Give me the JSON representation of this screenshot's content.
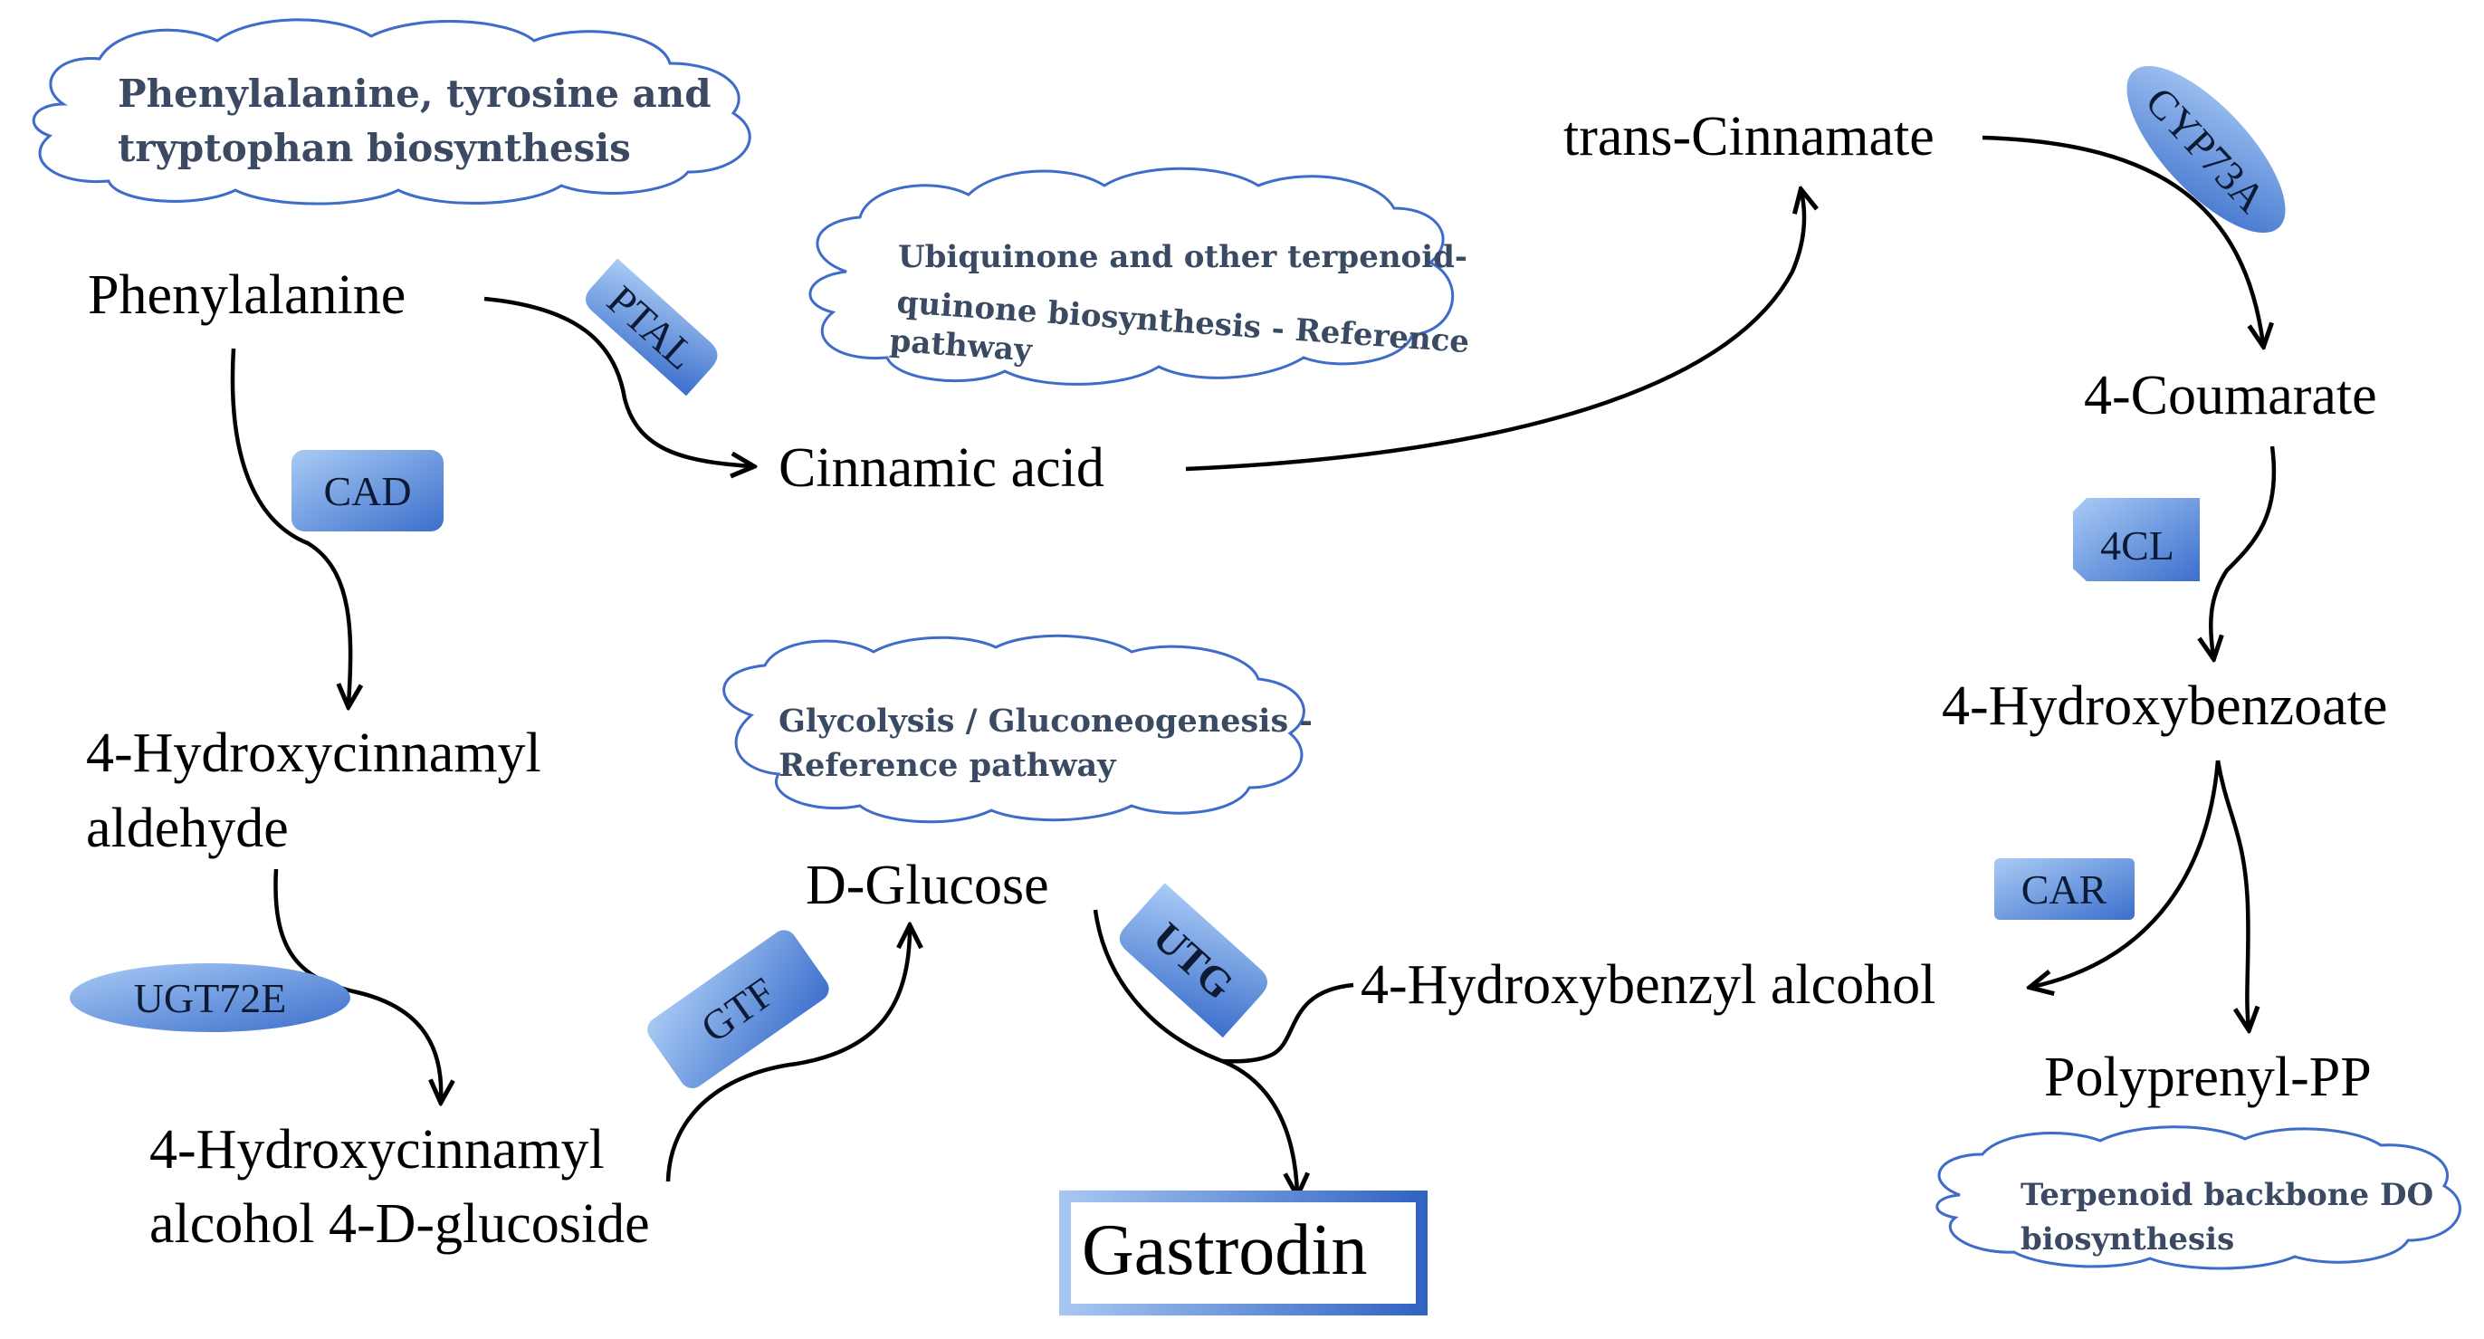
{
  "compounds": {
    "phenylalanine": "Phenylalanine",
    "cinnamic_acid": "Cinnamic acid",
    "trans_cinnamate": "trans-Cinnamate",
    "coumarate": "4-Coumarate",
    "hydroxybenzoate": "4-Hydroxybenzoate",
    "hydroxycinnamyl_aldehyde_line1": "4-Hydroxycinnamyl",
    "hydroxycinnamyl_aldehyde_line2": "aldehyde",
    "hydroxycinnamyl_glucoside_line1": "4-Hydroxycinnamyl",
    "hydroxycinnamyl_glucoside_line2": "alcohol 4-D-glucoside",
    "d_glucose": "D-Glucose",
    "hydroxybenzyl_alcohol": "4-Hydroxybenzyl alcohol",
    "polyprenyl_pp": "Polyprenyl-PP",
    "gastrodin": "Gastrodin"
  },
  "enzymes": {
    "ptal": "PTAL",
    "cad": "CAD",
    "cyp73a": "CYP73A",
    "fourcl": "4CL",
    "car": "CAR",
    "ugt72e": "UGT72E",
    "gtf": "GTF",
    "utg": "UTG"
  },
  "pathways": {
    "aromatic": [
      "Phenylalanine, tyrosine and",
      "tryptophan biosynthesis"
    ],
    "ubiquinone": [
      "Ubiquinone and other terpenoid-",
      "quinone biosynthesis - Reference",
      "pathway"
    ],
    "glycolysis": [
      "Glycolysis / Gluconeogenesis -",
      "Reference pathway"
    ],
    "terpenoid": [
      "Terpenoid backbone DO",
      "biosynthesis"
    ]
  },
  "colors": {
    "enzyme_fill_light": "#9dc3f2",
    "enzyme_fill_dark": "#3f74d0",
    "cloud_stroke": "#3f6cc9",
    "cloud_glow": "#bcd3f5",
    "product_border": "#3e78cc"
  }
}
